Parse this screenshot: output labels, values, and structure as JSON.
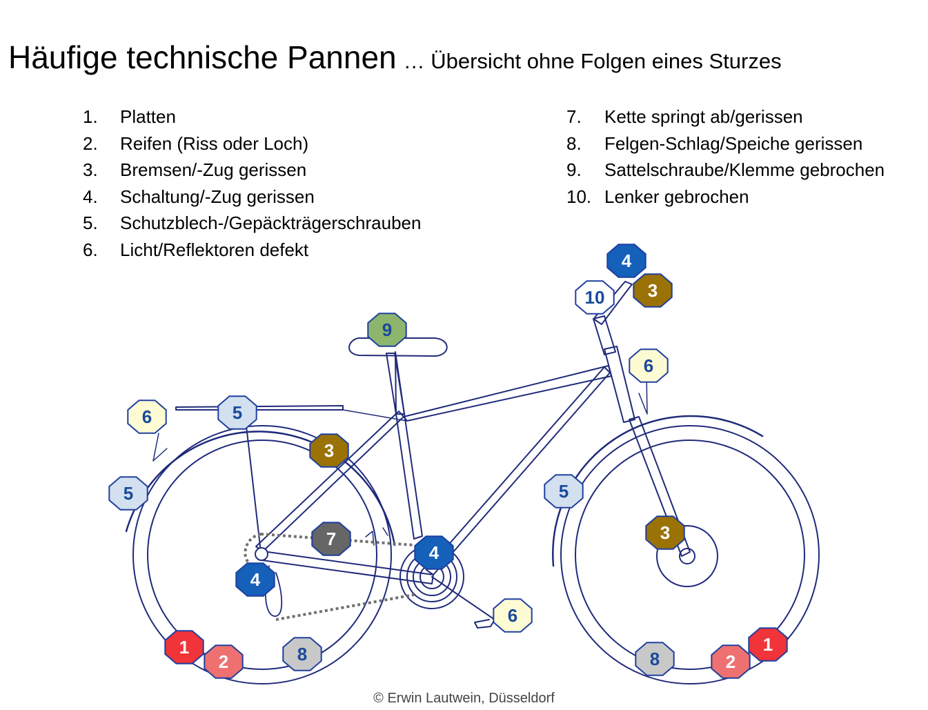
{
  "title": {
    "main": "Häufige technische Pannen",
    "sub": "… Übersicht ohne Folgen eines Sturzes"
  },
  "legend": {
    "left": [
      {
        "num": "1.",
        "text": "Platten"
      },
      {
        "num": "2.",
        "text": "Reifen (Riss oder Loch)"
      },
      {
        "num": "3.",
        "text": "Bremsen/-Zug gerissen"
      },
      {
        "num": "4.",
        "text": "Schaltung/-Zug gerissen"
      },
      {
        "num": "5.",
        "text": "Schutzblech-/Gepäckträgerschrauben"
      },
      {
        "num": "6.",
        "text": "Licht/Reflektoren defekt"
      }
    ],
    "right": [
      {
        "num": "7.",
        "text": "Kette springt ab/gerissen"
      },
      {
        "num": "8.",
        "text": "Felgen-Schlag/Speiche gerissen"
      },
      {
        "num": "9.",
        "text": "Sattelschraube/Klemme gebrochen"
      },
      {
        "num": "10.",
        "text": "Lenker gebrochen"
      }
    ]
  },
  "colors": {
    "frame": "#1f2a7a",
    "marker_border": "#1f3fa0",
    "1": "#f0343a",
    "2": "#ee7070",
    "3": "#9a7206",
    "4": "#1560b8",
    "5": "#d2e0ef",
    "6": "#fdfbd4",
    "7": "#666666",
    "8": "#c8c8c8",
    "9": "#8db56e",
    "10": "#ffffff"
  },
  "markers": [
    {
      "id": "m-saddle-9",
      "label": "9",
      "type": "9"
    },
    {
      "id": "m-handlebar-4",
      "label": "4",
      "type": "4"
    },
    {
      "id": "m-handlebar-3",
      "label": "3",
      "type": "3"
    },
    {
      "id": "m-handlebar-10",
      "label": "10",
      "type": "10"
    },
    {
      "id": "m-headlight-6",
      "label": "6",
      "type": "6"
    },
    {
      "id": "m-rear-light-6",
      "label": "6",
      "type": "6"
    },
    {
      "id": "m-rack-5",
      "label": "5",
      "type": "5"
    },
    {
      "id": "m-rear-fender-5",
      "label": "5",
      "type": "5"
    },
    {
      "id": "m-rear-brake-3",
      "label": "3",
      "type": "3"
    },
    {
      "id": "m-chain-7",
      "label": "7",
      "type": "7"
    },
    {
      "id": "m-derailleur-4",
      "label": "4",
      "type": "4"
    },
    {
      "id": "m-front-derailleur-4",
      "label": "4",
      "type": "4"
    },
    {
      "id": "m-pedal-6",
      "label": "6",
      "type": "6"
    },
    {
      "id": "m-front-fender-5",
      "label": "5",
      "type": "5"
    },
    {
      "id": "m-front-brake-3",
      "label": "3",
      "type": "3"
    },
    {
      "id": "m-rear-tire-1",
      "label": "1",
      "type": "1"
    },
    {
      "id": "m-rear-tire-2",
      "label": "2",
      "type": "2"
    },
    {
      "id": "m-rear-rim-8",
      "label": "8",
      "type": "8"
    },
    {
      "id": "m-front-rim-8",
      "label": "8",
      "type": "8"
    },
    {
      "id": "m-front-tire-2",
      "label": "2",
      "type": "2"
    },
    {
      "id": "m-front-tire-1",
      "label": "1",
      "type": "1"
    }
  ],
  "copyright": "© Erwin Lautwein, Düsseldorf"
}
